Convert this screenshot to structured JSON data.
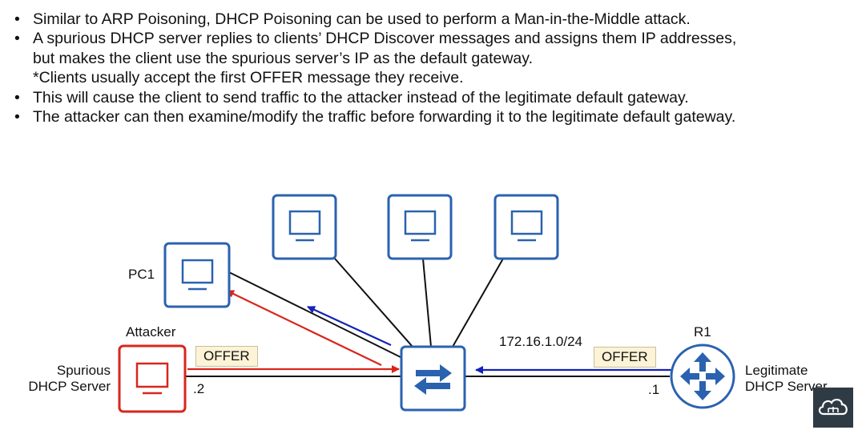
{
  "bullets": [
    {
      "lines": [
        "Similar to ARP Poisoning, DHCP Poisoning can be used to perform a Man-in-the-Middle attack."
      ]
    },
    {
      "lines": [
        "A spurious DHCP server replies to clients’ DHCP Discover messages and assigns them IP addresses,",
        "but makes the client use the spurious server’s IP as the default gateway.",
        "*Clients usually accept the first OFFER message they receive."
      ]
    },
    {
      "lines": [
        "This will cause the client to send traffic to the attacker instead of the legitimate default gateway."
      ]
    },
    {
      "lines": [
        "The attacker can then examine/modify the traffic before forwarding it to the legitimate default gateway."
      ]
    }
  ],
  "diagram": {
    "pc1_label": "PC1",
    "attacker_label": "Attacker",
    "spurious_label_line1": "Spurious",
    "spurious_label_line2": "DHCP Server",
    "attacker_ip": ".2",
    "offer_left": "OFFER",
    "offer_right": "OFFER",
    "network": "172.16.1.0/24",
    "router_label": "R1",
    "router_ip": ".1",
    "legit_label_line1": "Legitimate",
    "legit_label_line2": "DHCP Server"
  },
  "colors": {
    "device_blue": "#2a62b0",
    "attacker_red": "#d8261c",
    "arrow_blue": "#1322b8",
    "arrow_red": "#d8261c",
    "offer_bg": "#fdf3d6"
  }
}
